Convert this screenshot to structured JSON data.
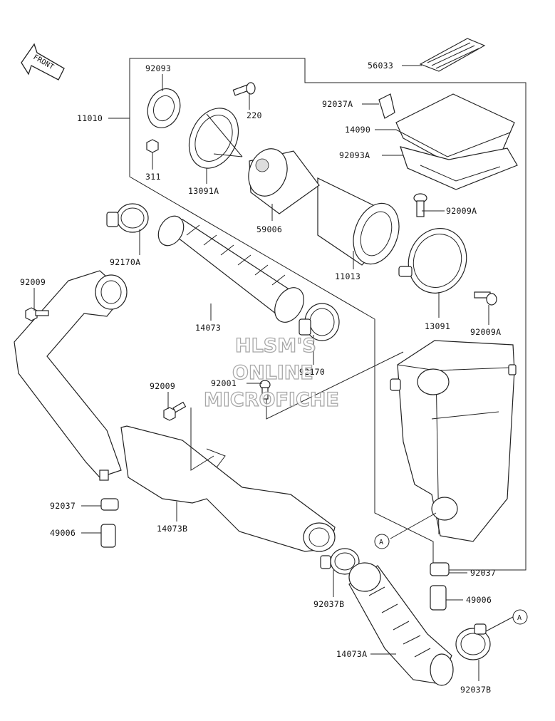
{
  "front_arrow": {
    "text": "FRONT"
  },
  "watermark": {
    "line1": "HLSM'S",
    "line2": "ONLINE",
    "line3": "MICROFICHE"
  },
  "callout_marker": "A",
  "labels": {
    "p92093": "92093",
    "p220": "220",
    "p11010": "11010",
    "p311": "311",
    "p13091A": "13091A",
    "p59006": "59006",
    "p56033": "56033",
    "p92037A": "92037A",
    "p14090": "14090",
    "p92093A": "92093A",
    "p92009A_top": "92009A",
    "p92170A": "92170A",
    "p11013": "11013",
    "p92009_left": "92009",
    "p14073": "14073",
    "p13091": "13091",
    "p92009A_bot": "92009A",
    "p92170": "92170",
    "p92001": "92001",
    "p92009_mid": "92009",
    "p92037_left": "92037",
    "p14073B": "14073B",
    "p49006_left": "49006",
    "p92037_right": "92037",
    "p92037B_mid": "92037B",
    "p49006_right": "49006",
    "p14073A": "14073A",
    "p92037B_right": "92037B"
  }
}
